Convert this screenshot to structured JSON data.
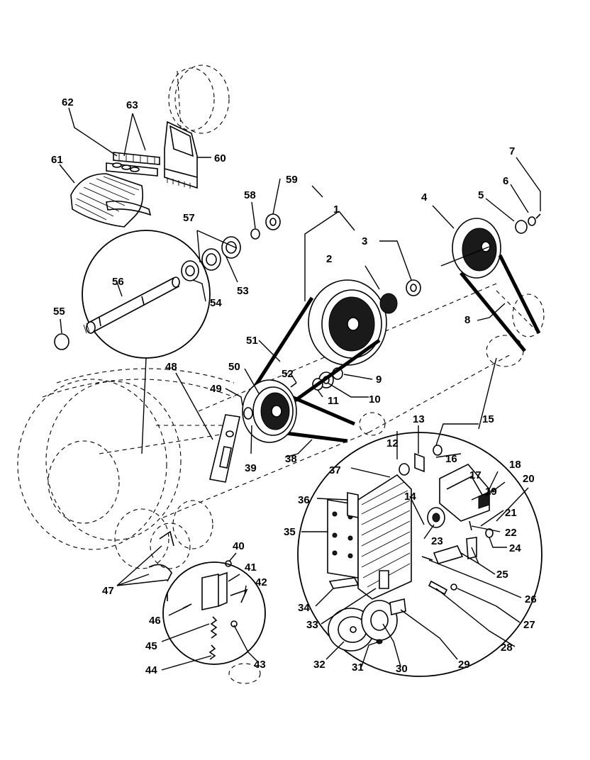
{
  "callouts": [
    "1",
    "2",
    "3",
    "4",
    "5",
    "6",
    "7",
    "8",
    "9",
    "10",
    "11",
    "12",
    "13",
    "14",
    "15",
    "16",
    "17",
    "18",
    "19",
    "20",
    "21",
    "22",
    "23",
    "24",
    "25",
    "26",
    "27",
    "28",
    "29",
    "30",
    "31",
    "32",
    "33",
    "34",
    "35",
    "36",
    "37",
    "38",
    "39",
    "40",
    "41",
    "42",
    "43",
    "44",
    "45",
    "46",
    "47",
    "48",
    "49",
    "50",
    "51",
    "52",
    "53",
    "54",
    "55",
    "56",
    "57",
    "58",
    "59",
    "60",
    "61",
    "62",
    "63"
  ]
}
